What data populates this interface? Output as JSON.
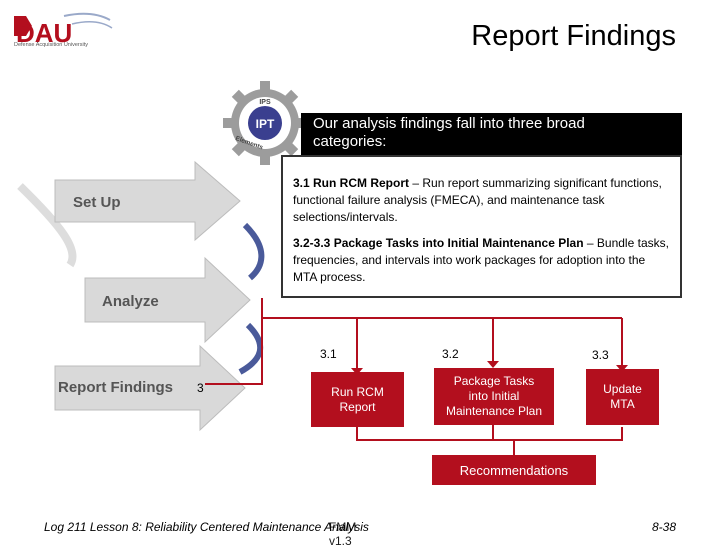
{
  "header": {
    "logo_text": "DAU",
    "logo_subtext": "Defense Acquisition University",
    "title": "Report Findings"
  },
  "gear": {
    "top_label": "IPS",
    "center_label": "IPT",
    "bottom_label": "Elements"
  },
  "intro": {
    "line1": "Our analysis findings fall into three broad",
    "line2": "categories:"
  },
  "details": [
    {
      "heading": "3.1 Run RCM Report",
      "text": " – Run report summarizing significant functions, functional failure analysis (FMECA), and maintenance task selections/intervals."
    },
    {
      "heading": "3.2-3.3 Package Tasks into Initial Maintenance Plan",
      "text": " – Bundle tasks, frequencies, and intervals into work packages for adoption into the MTA process."
    }
  ],
  "process_arrows": {
    "setup": "Set Up",
    "analyze": "Analyze",
    "report": "Report Findings"
  },
  "side_number": "3",
  "steps": [
    {
      "number": "3.1",
      "label_lines": [
        "Run RCM",
        "Report"
      ]
    },
    {
      "number": "3.2",
      "label_lines": [
        "Package Tasks",
        "into Initial",
        "Maintenance Plan"
      ]
    },
    {
      "number": "3.3",
      "label_lines": [
        "Update",
        "MTA"
      ]
    }
  ],
  "recommendations": "Recommendations",
  "footer": {
    "left": "Log 211 Lesson 8: Reliability Centered Maintenance Analysis",
    "left_overlay": "FMM v1.3",
    "right": "8-38"
  },
  "colors": {
    "accent_red": "#b30f1e",
    "arrow_gray": "#cfcfcf",
    "black": "#000000"
  }
}
